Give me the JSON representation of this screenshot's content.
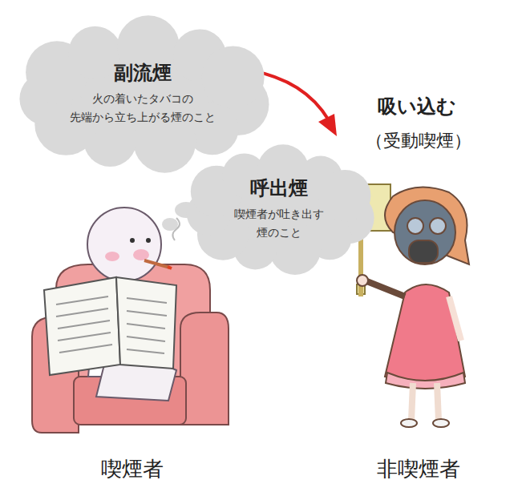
{
  "diagram": {
    "nodes": [
      {
        "text": [
          "副流煙",
          "火の着いたタバコの 先端から立ち上がる煙のこと"
        ]
      },
      {
        "text": [
          "呼出煙",
          "喫煙者が吐き出す 煙のこと"
        ]
      }
    ],
    "labels": [
      "吸い込む",
      "（受動喫煙）",
      "喫煙者",
      "非喫煙者"
    ]
  }
}
